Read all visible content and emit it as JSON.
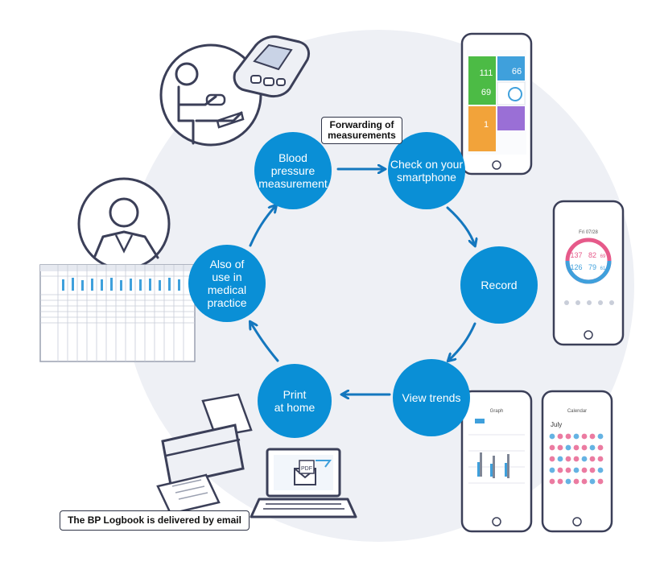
{
  "nodes": {
    "bp_measurement": "Blood\npressure\nmeasurement",
    "check_smartphone": "Check on your\nsmartphone",
    "record": "Record",
    "view_trends": "View trends",
    "print_home": "Print\nat home",
    "medical_practice": "Also of\nuse in\nmedical\npractice"
  },
  "callouts": {
    "forwarding": "Forwarding of\nmeasurements",
    "email": "The BP Logbook is delivered by email"
  },
  "phone_record": {
    "date": "Fri 07/28",
    "sys_top": "137",
    "dia_top": "82",
    "pulse_top": "69",
    "sys_bottom": "126",
    "dia_bottom": "79",
    "pulse_bottom": "61"
  },
  "phone_calendar": {
    "title": "Calendar",
    "month": "July"
  },
  "phone_graph": {
    "title": "Graph"
  },
  "phone_home": {
    "tile_values": [
      "111",
      "66",
      "69",
      "1"
    ]
  },
  "laptop": {
    "pdf_label": "PDF"
  },
  "colors": {
    "node_blue": "#0a8fd6",
    "arrow_blue": "#1477be",
    "outline": "#3b3f58",
    "bg_circle": "#eef0f5",
    "sys_pink": "#e65a8a",
    "dia_blue": "#3fa0dc"
  }
}
